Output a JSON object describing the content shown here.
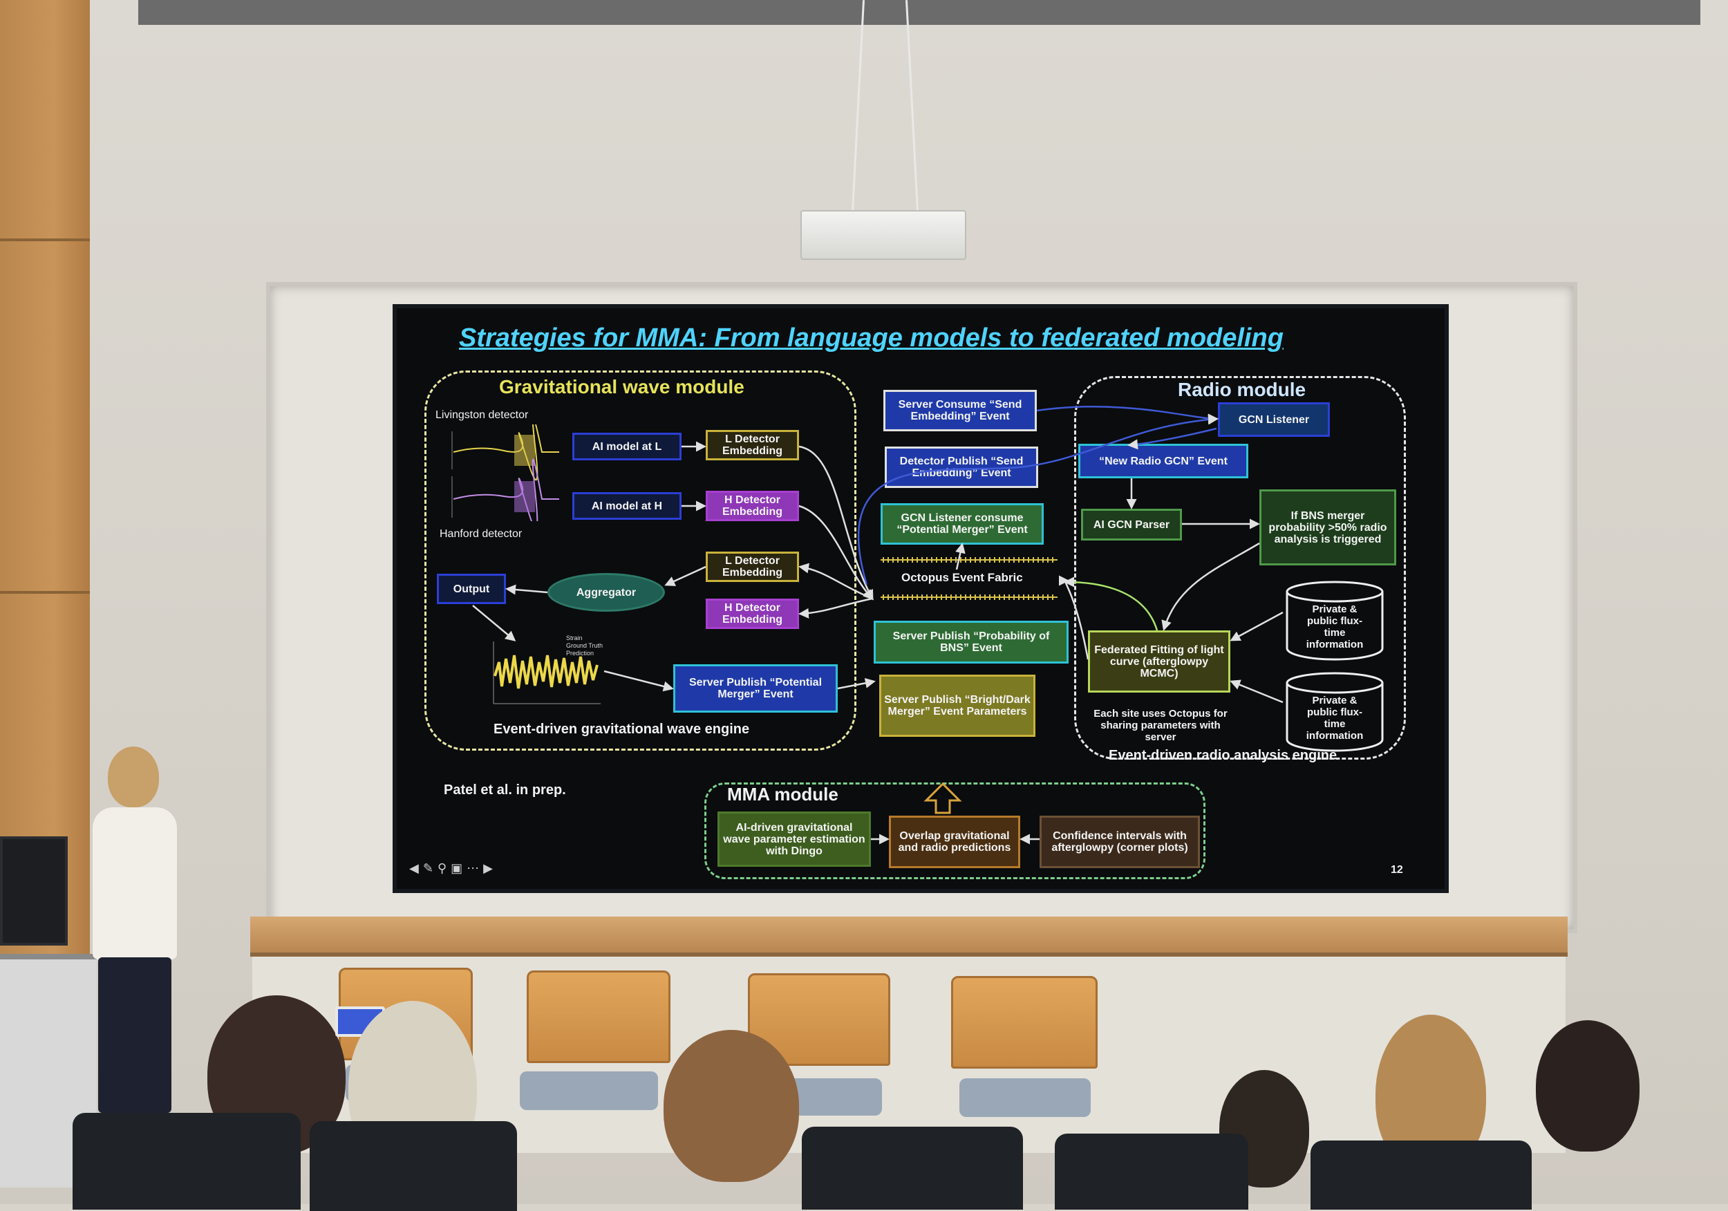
{
  "slide": {
    "title": "Strategies for MMA: From language models to federated modeling",
    "page_number": "12",
    "citation": "Patel et al. in prep.",
    "gw_module": {
      "heading": "Gravitational wave module",
      "footer": "Event-driven gravitational wave engine",
      "livingston": "Livingston detector",
      "hanford": "Hanford detector",
      "ai_l": "AI model at L",
      "ai_h": "AI model at H",
      "l_embed_1": "L Detector Embedding",
      "h_embed_1": "H Detector Embedding",
      "l_embed_2": "L Detector Embedding",
      "h_embed_2": "H Detector Embedding",
      "aggregator": "Aggregator",
      "output": "Output",
      "legend": [
        "Strain",
        "Ground Truth",
        "Prediction"
      ],
      "server_publish": "Server Publish “Potential Merger” Event"
    },
    "center": {
      "server_consume": "Server Consume “Send Embedding” Event",
      "detector_publish": "Detector Publish “Send Embedding” Event",
      "gcn_listener_consume": "GCN Listener consume “Potential Merger” Event",
      "octopus": "Octopus Event Fabric",
      "server_publish_prob": "Server Publish “Probability of BNS” Event",
      "server_publish_bright": "Server Publish “Bright/Dark Merger” Event Parameters"
    },
    "radio_module": {
      "heading": "Radio module",
      "footer": "Event-driven radio analysis engine",
      "gcn_listener": "GCN Listener",
      "new_radio": "“New Radio GCN” Event",
      "ai_gcn": "AI GCN Parser",
      "bns_trigger": "If BNS merger probability >50% radio analysis is triggered",
      "federated": "Federated Fitting of light curve (afterglowpy MCMC)",
      "private_1": "Private & public flux-time information",
      "private_2": "Private & public flux-time information",
      "octopus_note": "Each site uses Octopus for sharing parameters with server"
    },
    "mma_module": {
      "heading": "MMA module",
      "ai_driven": "AI-driven gravitational wave parameter estimation with Dingo",
      "overlap": "Overlap gravitational and radio predictions",
      "confidence": "Confidence intervals with afterglowpy (corner plots)"
    }
  },
  "colors": {
    "title": "#4fd3ff",
    "gw_heading": "#e6e35a",
    "radio_heading": "#cfe6ff",
    "blue_box": "#2b3fd6",
    "yellow_box": "#c9b23a",
    "purple_box": "#a83fd0",
    "green_box": "#3f7a3a",
    "teal_box": "#1f8f86"
  }
}
